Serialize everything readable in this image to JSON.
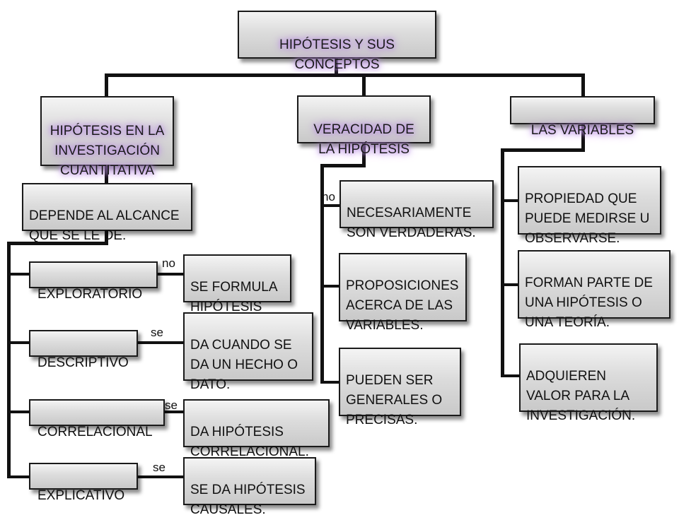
{
  "title": "HIPÓTESIS Y SUS\nCONCEPTOS",
  "branches": {
    "left": "HIPÓTESIS EN LA\nINVESTIGACIÓN\nCUANTITATIVA",
    "middle": "VERACIDAD DE\nLA HIPÓTESIS",
    "right": "LAS VARIABLES"
  },
  "left": {
    "scope": "DEPENDE AL ALCANCE\nQUE SE LE DE.",
    "types": [
      {
        "type": "EXPLORATORIO",
        "connector": "no",
        "result": "SE FORMULA\nHIPÓTESIS"
      },
      {
        "type": "DESCRIPTIVO",
        "connector": "se",
        "result": "DA CUANDO SE\nDA UN HECHO O\nDATO."
      },
      {
        "type": "CORRELACIONAL",
        "connector": "se",
        "result": "DA HIPÓTESIS\nCORRELACIONAL."
      },
      {
        "type": "EXPLICATIVO",
        "connector": "se",
        "result": "SE DA HIPÓTESIS\nCAUSALES."
      }
    ]
  },
  "middle": {
    "connector": "no",
    "items": [
      "NECESARIAMENTE\nSON VERDADERAS.",
      "PROPOSICIONES\nACERCA DE LAS\nVARIABLES.",
      "PUEDEN SER\nGENERALES O\nPRECISAS."
    ]
  },
  "right": {
    "items": [
      "PROPIEDAD QUE\nPUEDE MEDIRSE U\nOBSERVARSE.",
      "FORMAN PARTE DE\nUNA HIPÓTESIS O\nUNA TEORÍA.",
      "ADQUIEREN\nVALOR PARA LA\nINVESTIGACIÓN."
    ]
  }
}
